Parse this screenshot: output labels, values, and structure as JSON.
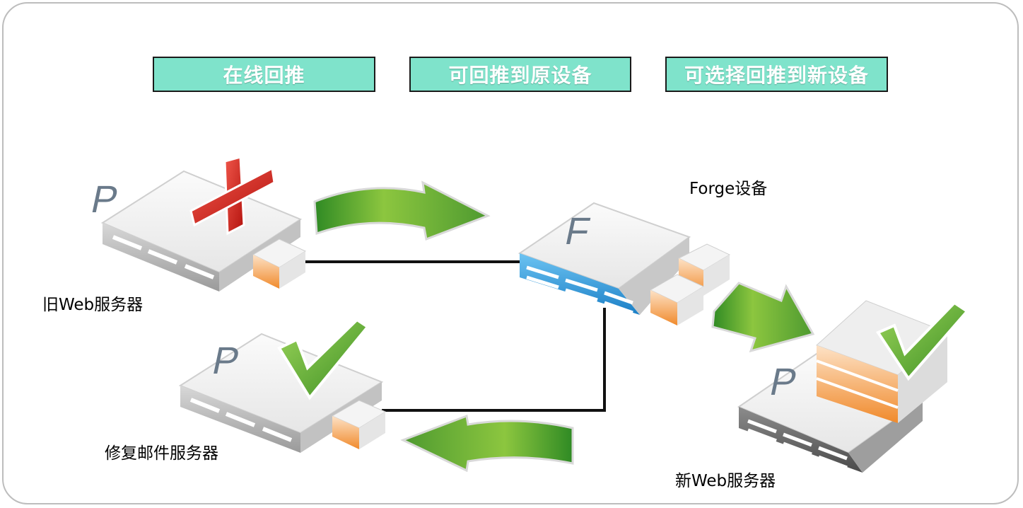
{
  "headers": {
    "online_rollback": "在线回推",
    "rollback_original": "可回推到原设备",
    "rollback_new": "可选择回推到新设备"
  },
  "devices": {
    "old_web_server": {
      "label": "旧Web服务器",
      "letter": "P",
      "status": "failed"
    },
    "forge_device": {
      "label": "Forge设备",
      "letter": "F"
    },
    "repaired_mail_server": {
      "label": "修复邮件服务器",
      "letter": "P",
      "status": "ok"
    },
    "new_web_server": {
      "label": "新Web服务器",
      "letter": "P",
      "status": "ok"
    }
  },
  "colors": {
    "header_fill": "#7fe3cb",
    "arrow_green": "#5aa832",
    "forge_panel": "#3fa3e0",
    "module_orange": "#f08a2c",
    "fail_red": "#d42a22",
    "check_green": "#5aa832"
  }
}
